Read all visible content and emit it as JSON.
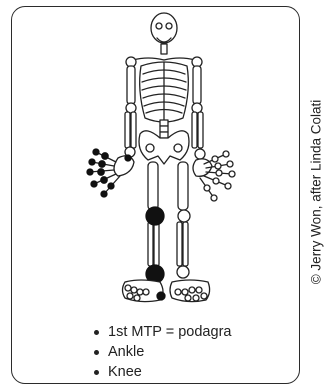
{
  "credit": "© Jerry Won, after Linda Colati",
  "legend": {
    "items": [
      {
        "label": "1st MTP = podagra"
      },
      {
        "label": "Ankle"
      },
      {
        "label": "Knee"
      }
    ]
  },
  "colors": {
    "bone_stroke": "#222222",
    "bone_fill": "#ffffff",
    "affected_joint": "#111111",
    "frame_border": "#2b2b2b"
  }
}
